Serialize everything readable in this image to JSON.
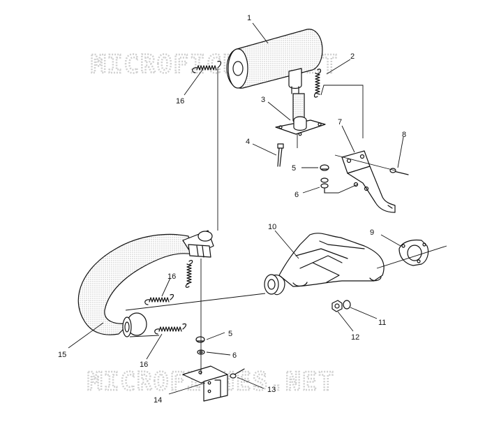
{
  "watermarks": [
    "MICROFICHES.NET",
    "MICROFICHES.NET"
  ],
  "callouts": [
    "1",
    "2",
    "3",
    "4",
    "5",
    "6",
    "7",
    "8",
    "9",
    "10",
    "11",
    "12",
    "5",
    "6",
    "13",
    "14",
    "15",
    "16",
    "16",
    "16"
  ],
  "colors": {
    "line": "#111111",
    "watermark": "#cfcfcf",
    "background": "#ffffff"
  }
}
